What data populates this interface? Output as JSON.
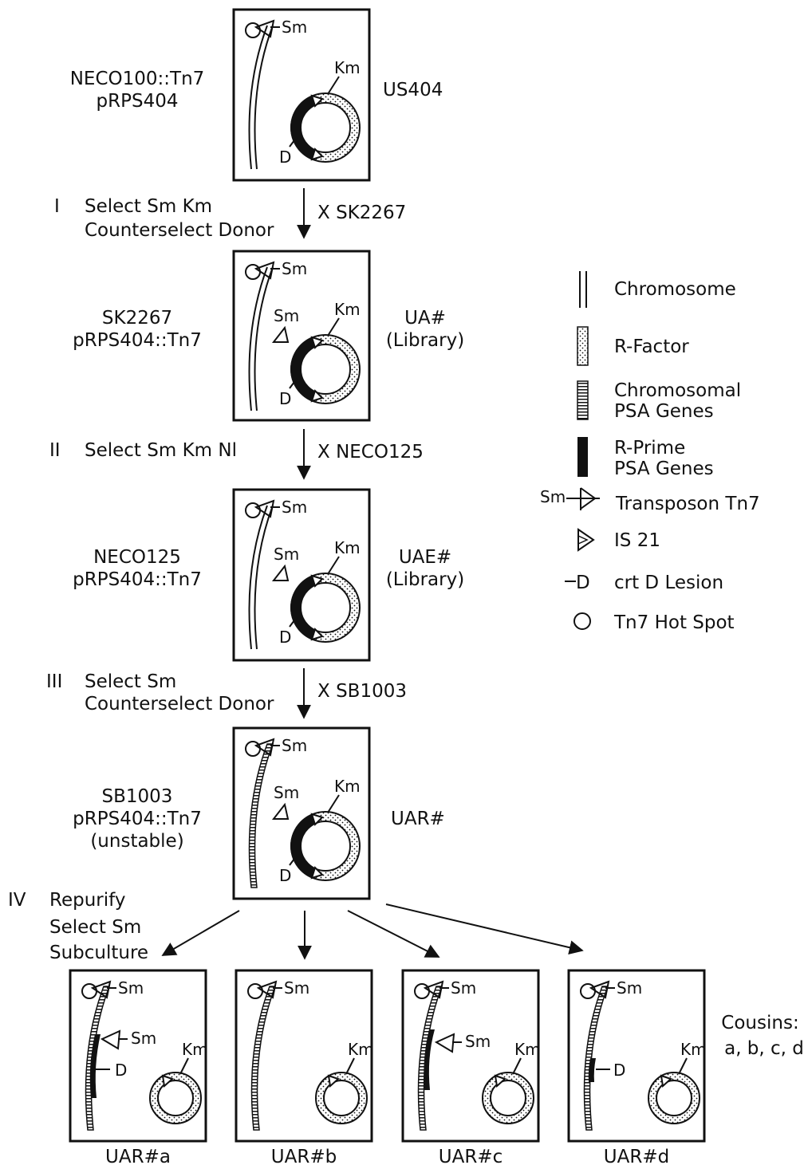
{
  "stages": [
    {
      "strain": "NECO100::Tn7",
      "plasmid": "pRPS404",
      "product": "US404"
    },
    {
      "strain": "SK2267",
      "plasmid": "pRPS404::Tn7",
      "product": "UA#",
      "product_note": "(Library)"
    },
    {
      "strain": "NECO125",
      "plasmid": "pRPS404::Tn7",
      "product": "UAE#",
      "product_note": "(Library)"
    },
    {
      "strain": "SB1003",
      "plasmid": "pRPS404::Tn7",
      "extra": "(unstable)",
      "product": "UAR#"
    }
  ],
  "steps": [
    {
      "numeral": "I",
      "line1": "Select Sm Km",
      "line2": "Counterselect Donor",
      "cross": "X SK2267"
    },
    {
      "numeral": "II",
      "line1": "Select Sm Km Nl",
      "cross": "X NECO125"
    },
    {
      "numeral": "III",
      "line1": "Select Sm",
      "line2": "Counterselect Donor",
      "cross": "X SB1003"
    },
    {
      "numeral": "IV",
      "line1": "Repurify",
      "line2": "Select Sm",
      "line3": "Subculture"
    }
  ],
  "markers": {
    "sm": "Sm",
    "km": "Km",
    "d": "D"
  },
  "legend": [
    {
      "icon": "chromosome",
      "label": "Chromosome"
    },
    {
      "icon": "r-factor",
      "label": "R-Factor"
    },
    {
      "icon": "chromosomal-psa",
      "label": "Chromosomal",
      "label2": "PSA Genes"
    },
    {
      "icon": "r-prime-psa",
      "label": "R-Prime",
      "label2": "PSA Genes"
    },
    {
      "icon": "tn7",
      "prefix": "Sm",
      "label": "Transposon Tn7"
    },
    {
      "icon": "is21",
      "label": "IS 21"
    },
    {
      "icon": "crtd",
      "prefix": "D",
      "label": "crt D Lesion"
    },
    {
      "icon": "hotspot",
      "label": "Tn7 Hot Spot"
    }
  ],
  "cousins": {
    "title": "Cousins:",
    "list": "a, b, c, d"
  },
  "outcomes": [
    "UAR#a",
    "UAR#b",
    "UAR#c",
    "UAR#d"
  ]
}
